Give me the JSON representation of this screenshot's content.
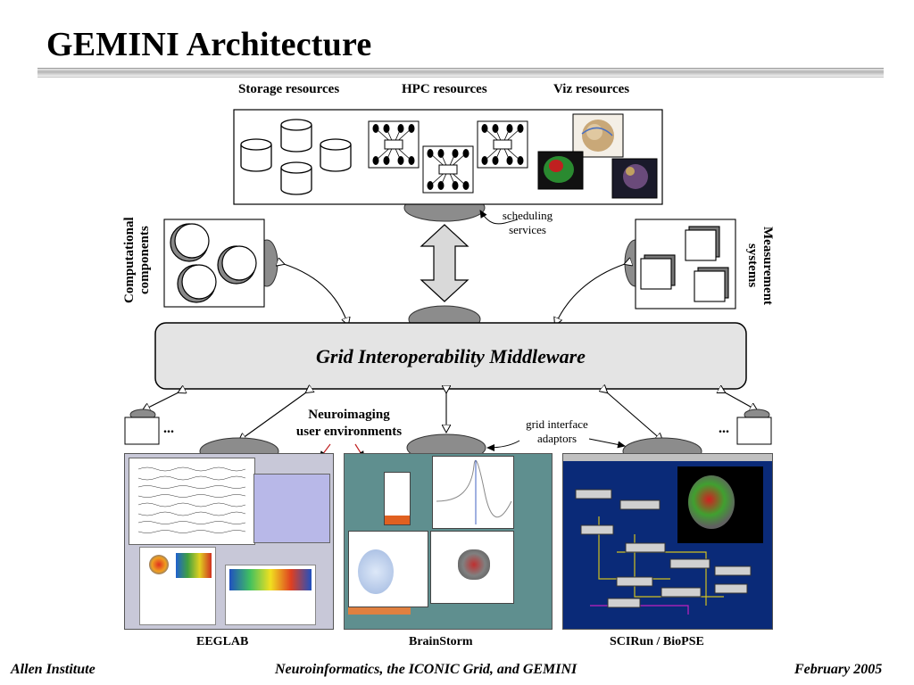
{
  "slide": {
    "title": "GEMINI Architecture",
    "resources": {
      "storage": "Storage resources",
      "hpc": "HPC resources",
      "viz": "Viz resources"
    },
    "scheduling": [
      "scheduling",
      "services"
    ],
    "computational": [
      "Computational",
      "components"
    ],
    "measurement": [
      "Measurement",
      "systems"
    ],
    "middleware": "Grid Interoperability Middleware",
    "neuroimaging": [
      "Neuroimaging",
      "user environments"
    ],
    "adaptors": [
      "grid interface",
      "adaptors"
    ],
    "ellipsis": "...",
    "captions": {
      "eeglab": "EEGLAB",
      "brainstorm": "BrainStorm",
      "scirun": "SCIRun / BioPSE"
    }
  },
  "footer": {
    "left": "Allen Institute",
    "center": "Neuroinformatics, the ICONIC Grid, and GEMINI",
    "right": "February 2005"
  },
  "colors": {
    "middleware_fill": "#e4e4e4",
    "connector_fill": "#8c8c8c",
    "arrow_fill": "#d9d9d9",
    "scirun_bg": "#0a2a78",
    "brainstorm_bg": "#5f8f8f",
    "eeglab_bg": "#c8c8d8"
  }
}
